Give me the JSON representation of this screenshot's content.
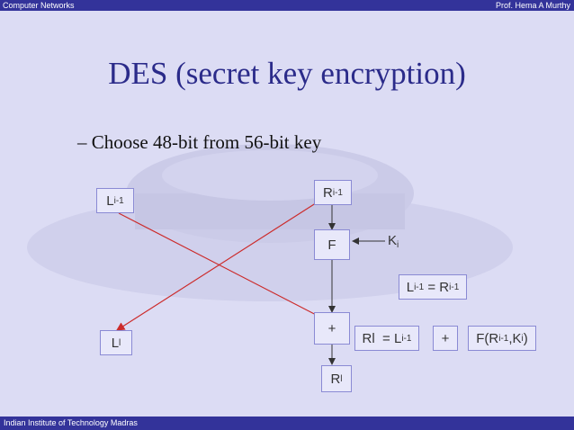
{
  "header": {
    "left": "Computer Networks",
    "right": "Prof. Hema A Murthy"
  },
  "footer": {
    "text": "Indian Institute of Technology Madras"
  },
  "slide": {
    "title": "DES (secret key encryption)",
    "bullet": "– Choose 48-bit from 56-bit key"
  },
  "diagram": {
    "L_prev": {
      "main": "L",
      "sub": "i-1"
    },
    "R_prev": {
      "main": "R",
      "sub": "i-1"
    },
    "F_box": "F",
    "K": {
      "main": "K",
      "sub": "i"
    },
    "L_eq": {
      "left_main": "L",
      "left_sub": "i-1",
      "eq": " = ",
      "right_main": "R",
      "right_sub": "i-1"
    },
    "plus": "+",
    "L_new": {
      "main": "L",
      "sub": "l"
    },
    "R_eq": {
      "left": "Rl  = ",
      "right_main": "L",
      "right_sub": "i-1"
    },
    "plus2": "+",
    "F_expr": {
      "p1": "F(R",
      "s1": "i-1",
      "p2": ",K",
      "s2": "i",
      "p3": ")"
    },
    "R_new": {
      "main": "R",
      "sub": "l"
    }
  },
  "colors": {
    "bar": "#33339a",
    "title": "#2b2b8a",
    "line": "#cc2b2b",
    "arrow": "#222222"
  }
}
